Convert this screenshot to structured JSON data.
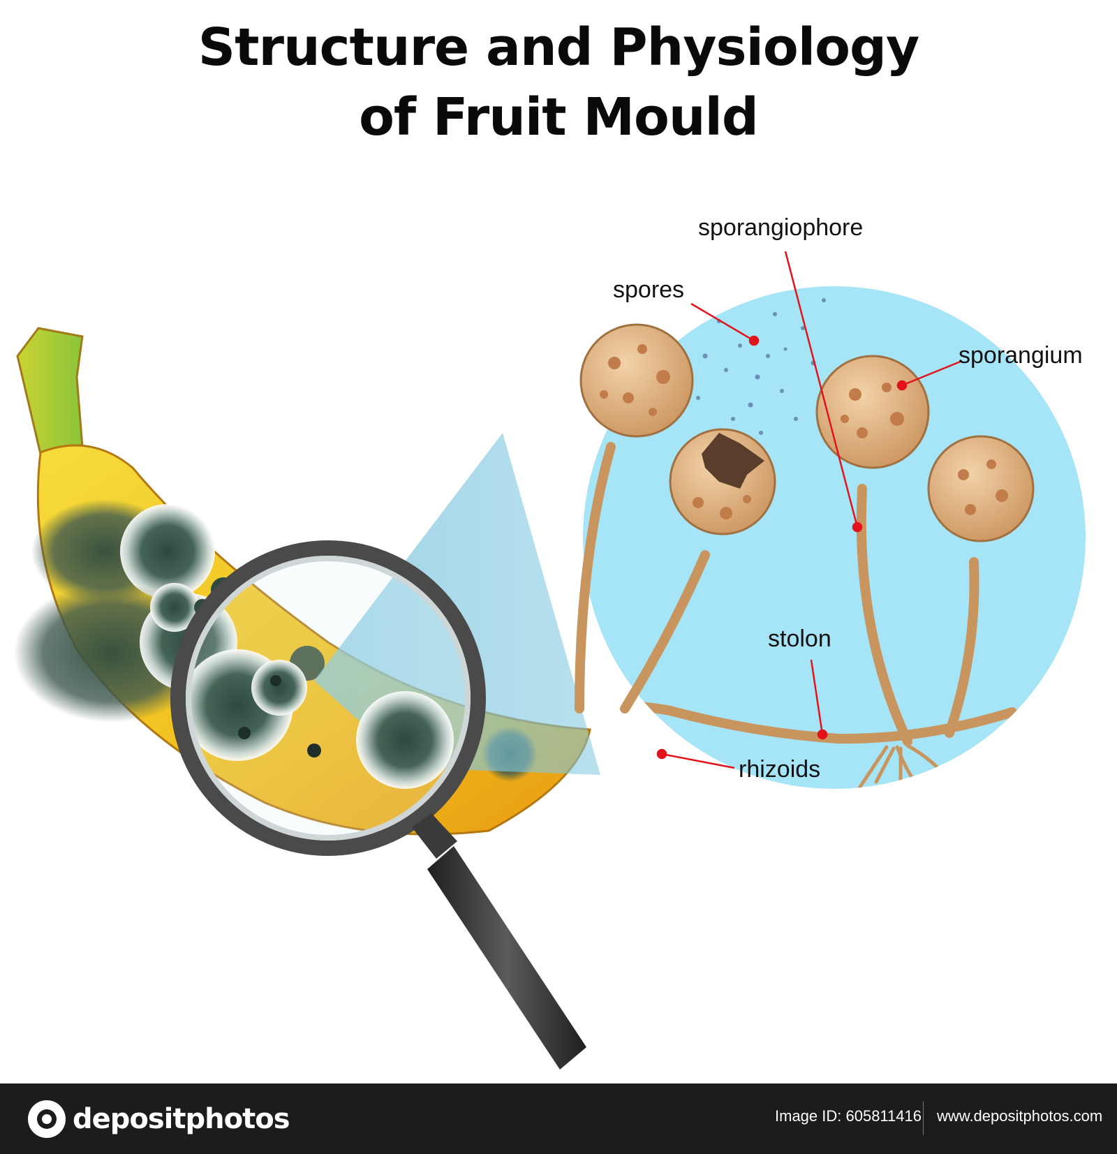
{
  "title": {
    "line1": "Structure and Physiology",
    "line2": "of Fruit Mould"
  },
  "labels": {
    "sporangiophore": "sporangiophore",
    "spores": "spores",
    "sporangium": "sporangium",
    "stolon": "stolon",
    "rhizoids": "rhizoids"
  },
  "footer": {
    "brand": "depositphotos",
    "image_id": "Image ID: 605811416",
    "website": "www.depositphotos.com"
  },
  "colors": {
    "background": "#ffffff",
    "magnified_circle": "#a6e4f7",
    "sporangium": "#d9a774",
    "stalk": "#c9955f",
    "pointer_line": "#e3131b",
    "banana_yellow": "#f2c31a",
    "mould_dark": "#2f4a3f",
    "footer_bg": "#1c1c1c"
  },
  "icons": [
    "magnifying-glass-icon",
    "camera-logo-icon"
  ]
}
